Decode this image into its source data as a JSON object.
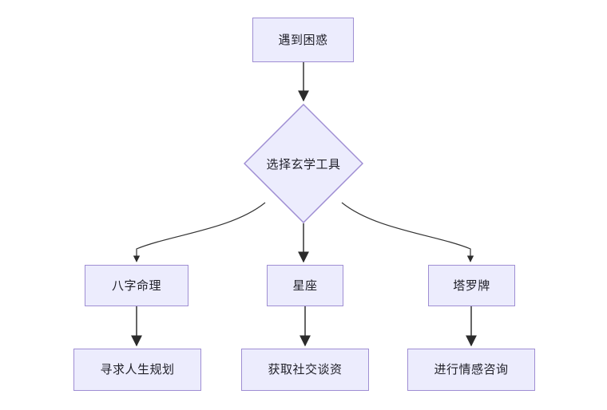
{
  "diagram": {
    "type": "flowchart",
    "background_color": "#ffffff",
    "node_fill_color": "#ececfd",
    "node_border_color": "#9f8ed3",
    "node_text_color": "#1f1f28",
    "edge_color": "#666666",
    "curved_edge_color": "#333333",
    "nodes": {
      "start": {
        "label": "遇到困惑",
        "shape": "rectangle"
      },
      "decision": {
        "label": "选择玄学工具",
        "shape": "diamond"
      },
      "tool_left": {
        "label": "八字命理",
        "shape": "rectangle"
      },
      "tool_middle": {
        "label": "星座",
        "shape": "rectangle"
      },
      "tool_right": {
        "label": "塔罗牌",
        "shape": "rectangle"
      },
      "outcome_left": {
        "label": "寻求人生规划",
        "shape": "rectangle"
      },
      "outcome_middle": {
        "label": "获取社交谈资",
        "shape": "rectangle"
      },
      "outcome_right": {
        "label": "进行情感咨询",
        "shape": "rectangle"
      }
    },
    "edges": [
      {
        "from": "start",
        "to": "decision",
        "style": "straight",
        "label": ""
      },
      {
        "from": "decision",
        "to": "tool_left",
        "style": "curved",
        "label": ""
      },
      {
        "from": "decision",
        "to": "tool_middle",
        "style": "straight",
        "label": ""
      },
      {
        "from": "decision",
        "to": "tool_right",
        "style": "curved",
        "label": ""
      },
      {
        "from": "tool_left",
        "to": "outcome_left",
        "style": "straight",
        "label": ""
      },
      {
        "from": "tool_middle",
        "to": "outcome_middle",
        "style": "straight",
        "label": ""
      },
      {
        "from": "tool_right",
        "to": "outcome_right",
        "style": "straight",
        "label": ""
      }
    ]
  }
}
